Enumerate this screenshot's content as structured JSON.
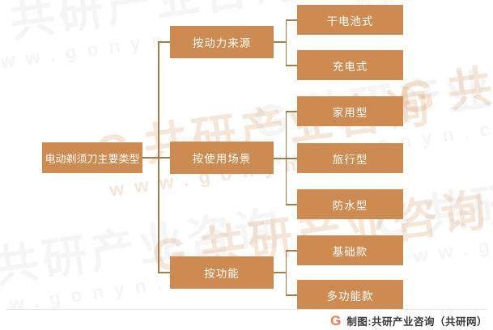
{
  "tree": {
    "root": "电动剃须刀主要类型",
    "branches": [
      {
        "label": "按动力来源",
        "children": [
          "干电池式",
          "充电式"
        ]
      },
      {
        "label": "按使用场景",
        "children": [
          "家用型",
          "旅行型",
          "防水型"
        ]
      },
      {
        "label": "按功能",
        "children": [
          "基础款",
          "多功能款"
        ]
      }
    ]
  },
  "watermark": {
    "logo": "G",
    "brand": "共研产业咨询",
    "url": "www.gonyn.com"
  },
  "footer": {
    "logo": "G",
    "credit": "制图:共研产业咨询（共研网）"
  },
  "colors": {
    "node_fill": "#CE8B51",
    "node_text": "#FFFFFF",
    "connector": "#A57A4C",
    "credit_text": "#3A3A3A",
    "logo_orange": "#EE8A4E",
    "logo_red": "#EF5F4A",
    "separator": "#E7E5E3"
  }
}
